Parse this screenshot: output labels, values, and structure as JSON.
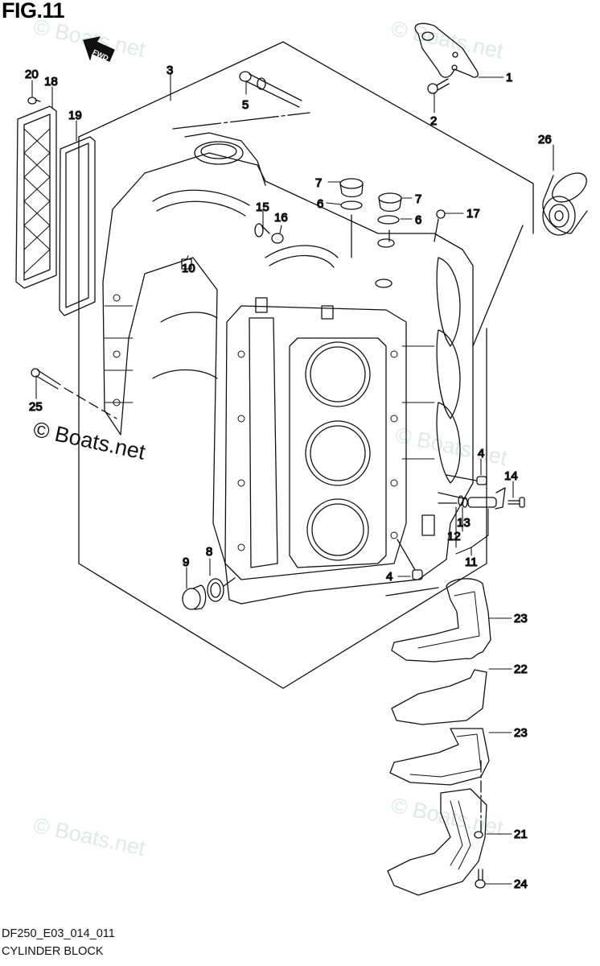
{
  "figure": {
    "title": "FIG.11",
    "code": "DF250_E03_014_011",
    "name": "CYLINDER BLOCK",
    "direction_badge": "FWD"
  },
  "watermark": "© Boats.net",
  "callouts": [
    {
      "num": "1",
      "part": "bracket"
    },
    {
      "num": "2",
      "part": "bolt"
    },
    {
      "num": "3",
      "part": "cylinder-block-assembly"
    },
    {
      "num": "4",
      "part": "plug"
    },
    {
      "num": "5",
      "part": "bolt"
    },
    {
      "num": "6",
      "part": "o-ring"
    },
    {
      "num": "7",
      "part": "plug"
    },
    {
      "num": "8",
      "part": "gasket"
    },
    {
      "num": "9",
      "part": "plug"
    },
    {
      "num": "10",
      "part": "dowel-pin"
    },
    {
      "num": "11",
      "part": "valve-assembly"
    },
    {
      "num": "12",
      "part": "o-ring"
    },
    {
      "num": "13",
      "part": "o-ring"
    },
    {
      "num": "14",
      "part": "bolt"
    },
    {
      "num": "15",
      "part": "fitting"
    },
    {
      "num": "16",
      "part": "clip"
    },
    {
      "num": "17",
      "part": "plug"
    },
    {
      "num": "18",
      "part": "cover"
    },
    {
      "num": "19",
      "part": "gasket"
    },
    {
      "num": "20",
      "part": "bolt"
    },
    {
      "num": "21",
      "part": "plate"
    },
    {
      "num": "22",
      "part": "gasket"
    },
    {
      "num": "23",
      "part": "gasket"
    },
    {
      "num": "24",
      "part": "bolt"
    },
    {
      "num": "25",
      "part": "bolt"
    },
    {
      "num": "26",
      "part": "oil-filter"
    }
  ],
  "labels": {
    "c1": "1",
    "c2": "2",
    "c3": "3",
    "c4a": "4",
    "c4b": "4",
    "c5": "5",
    "c6a": "6",
    "c6b": "6",
    "c7a": "7",
    "c7b": "7",
    "c8": "8",
    "c9": "9",
    "c10": "10",
    "c11": "11",
    "c12": "12",
    "c13": "13",
    "c14": "14",
    "c15": "15",
    "c16": "16",
    "c17": "17",
    "c18": "18",
    "c19": "19",
    "c20": "20",
    "c21": "21",
    "c22": "22",
    "c23a": "23",
    "c23b": "23",
    "c24": "24",
    "c25": "25",
    "c26": "26"
  }
}
